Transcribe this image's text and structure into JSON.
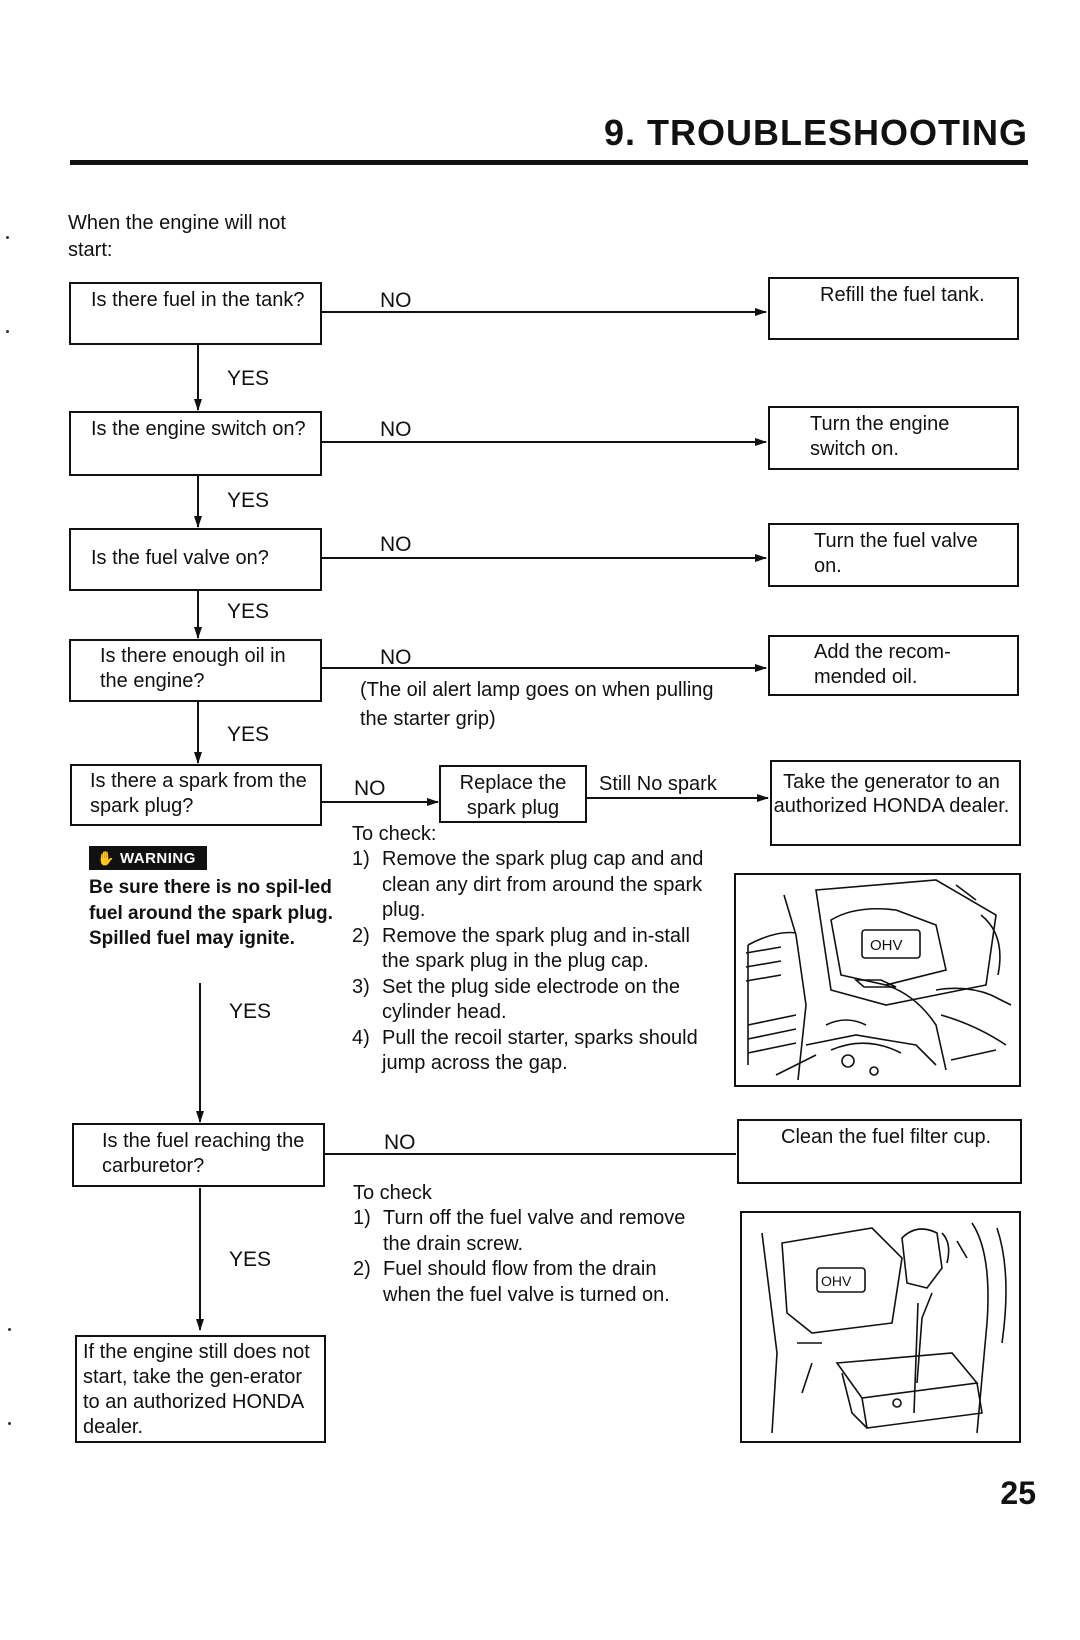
{
  "header": {
    "title": "9. TROUBLESHOOTING"
  },
  "intro": "When the engine will not start:",
  "questions": [
    "Is there fuel in the tank?",
    "Is the engine switch on?",
    "Is the fuel valve on?",
    "Is there enough oil in the engine?",
    "Is there a spark from the spark plug?",
    "Is the fuel reaching the carburetor?"
  ],
  "remedies": [
    "Refill the fuel tank.",
    "Turn the engine switch on.",
    "Turn the fuel valve on.",
    "Add the recom-mended oil.",
    "Take the generator to an authorized HONDA dealer.",
    "Clean the fuel filter cup."
  ],
  "labels": {
    "no": "NO",
    "yes": "YES"
  },
  "oil_note": "(The oil alert lamp goes on when pulling the starter grip)",
  "replace_plug": "Replace the spark plug",
  "still_no_spark": "Still No spark",
  "spark_check": {
    "heading": "To check:",
    "steps": [
      {
        "n": "1)",
        "text": "Remove the spark plug cap and and clean any dirt from around the spark plug."
      },
      {
        "n": "2)",
        "text": "Remove the spark plug and in-stall the spark plug in the plug cap."
      },
      {
        "n": "3)",
        "text": "Set the plug side electrode on the cylinder head."
      },
      {
        "n": "4)",
        "text": "Pull the recoil starter, sparks should jump across the gap."
      }
    ]
  },
  "warning": {
    "badge": "WARNING",
    "text": "Be sure there is no spil-led fuel around the spark plug. Spilled fuel may ignite."
  },
  "fuel_check": {
    "heading": "To check",
    "steps": [
      {
        "n": "1)",
        "text": "Turn off the fuel valve and remove the drain screw."
      },
      {
        "n": "2)",
        "text": "Fuel should flow from the drain when the fuel valve is turned on."
      }
    ]
  },
  "final_box": "If the engine still does not start, take the gen-erator to an authorized HONDA dealer.",
  "illustrations": {
    "engine_label": "OHV"
  },
  "page_number": "25"
}
